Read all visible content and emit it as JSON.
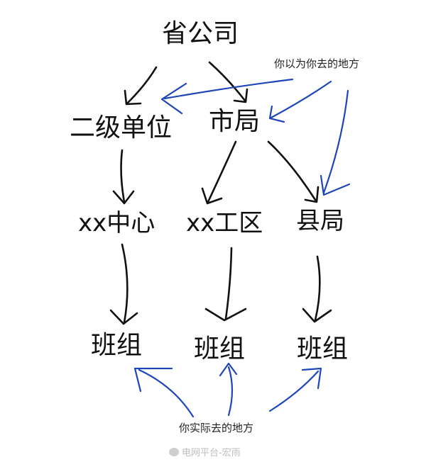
{
  "nodes": {
    "province": "省公司",
    "secondary_unit": "二级单位",
    "city_bureau": "市局",
    "xx_center": "xx中心",
    "xx_work_area": "xx工区",
    "county_bureau": "县局",
    "team_1": "班组",
    "team_2": "班组",
    "team_3": "班组"
  },
  "annotations": {
    "expected": "你以为你去的地方",
    "actual": "你实际去的地方"
  },
  "colors": {
    "org_arrows": "#111111",
    "annotation_arrows": "#1f46b8"
  },
  "watermark": "电网平台-宏雨"
}
